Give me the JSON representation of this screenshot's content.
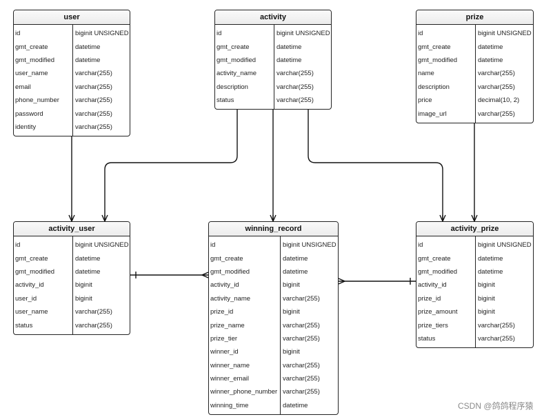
{
  "tables": [
    {
      "key": "user",
      "name": "user",
      "columns": [
        [
          "id",
          "biginit UNSIGNED"
        ],
        [
          "gmt_create",
          "datetime"
        ],
        [
          "gmt_modified",
          "datetime"
        ],
        [
          "user_name",
          "varchar(255)"
        ],
        [
          "email",
          "varchar(255)"
        ],
        [
          "phone_number",
          "varchar(255)"
        ],
        [
          "password",
          "varchar(255)"
        ],
        [
          "identity",
          "varchar(255)"
        ]
      ]
    },
    {
      "key": "activity",
      "name": "activity",
      "columns": [
        [
          "id",
          "biginit UNSIGNED"
        ],
        [
          "gmt_create",
          "datetime"
        ],
        [
          "gmt_modified",
          "datetime"
        ],
        [
          "activity_name",
          "varchar(255)"
        ],
        [
          "description",
          "varchar(255)"
        ],
        [
          "status",
          "varchar(255)"
        ]
      ]
    },
    {
      "key": "prize",
      "name": "prize",
      "columns": [
        [
          "id",
          "biginit UNSIGNED"
        ],
        [
          "gmt_create",
          "datetime"
        ],
        [
          "gmt_modified",
          "datetime"
        ],
        [
          "name",
          "varchar(255)"
        ],
        [
          "description",
          "varchar(255)"
        ],
        [
          "price",
          "decimal(10, 2)"
        ],
        [
          "image_url",
          "varchar(255)"
        ]
      ]
    },
    {
      "key": "activity_user",
      "name": "activity_user",
      "columns": [
        [
          "id",
          "biginit UNSIGNED"
        ],
        [
          "gmt_create",
          "datetime"
        ],
        [
          "gmt_modified",
          "datetime"
        ],
        [
          "activity_id",
          "biginit"
        ],
        [
          "user_id",
          "biginit"
        ],
        [
          "user_name",
          "varchar(255)"
        ],
        [
          "status",
          "varchar(255)"
        ]
      ]
    },
    {
      "key": "winning_record",
      "name": "winning_record",
      "columns": [
        [
          "id",
          "biginit UNSIGNED"
        ],
        [
          "gmt_create",
          "datetime"
        ],
        [
          "gmt_modified",
          "datetime"
        ],
        [
          "activity_id",
          "biginit"
        ],
        [
          "activity_name",
          "varchar(255)"
        ],
        [
          "prize_id",
          "biginit"
        ],
        [
          "prize_name",
          "varchar(255)"
        ],
        [
          "prize_tier",
          "varchar(255)"
        ],
        [
          "winner_id",
          "biginit"
        ],
        [
          "winner_name",
          "varchar(255)"
        ],
        [
          "winner_email",
          "varchar(255)"
        ],
        [
          "winner_phone_number",
          "varchar(255)"
        ],
        [
          "winning_time",
          "datetime"
        ]
      ]
    },
    {
      "key": "activity_prize",
      "name": "activity_prize",
      "columns": [
        [
          "id",
          "biginit UNSIGNED"
        ],
        [
          "gmt_create",
          "datetime"
        ],
        [
          "gmt_modified",
          "datetime"
        ],
        [
          "activity_id",
          "biginit"
        ],
        [
          "prize_id",
          "biginit"
        ],
        [
          "prize_amount",
          "biginit"
        ],
        [
          "prize_tiers",
          "varchar(255)"
        ],
        [
          "status",
          "varchar(255)"
        ]
      ]
    }
  ],
  "relationships": [
    {
      "from": "user",
      "to": "activity_user",
      "type": "one-to-many"
    },
    {
      "from": "activity",
      "to": "activity_user",
      "type": "one-to-many"
    },
    {
      "from": "activity",
      "to": "winning_record",
      "type": "one-to-many"
    },
    {
      "from": "activity",
      "to": "activity_prize",
      "type": "one-to-many"
    },
    {
      "from": "prize",
      "to": "activity_prize",
      "type": "one-to-many"
    },
    {
      "from": "activity_user",
      "to": "winning_record",
      "type": "one-to-many"
    },
    {
      "from": "activity_prize",
      "to": "winning_record",
      "type": "one-to-many"
    }
  ],
  "watermark": "CSDN @鸽鸽程序猿"
}
